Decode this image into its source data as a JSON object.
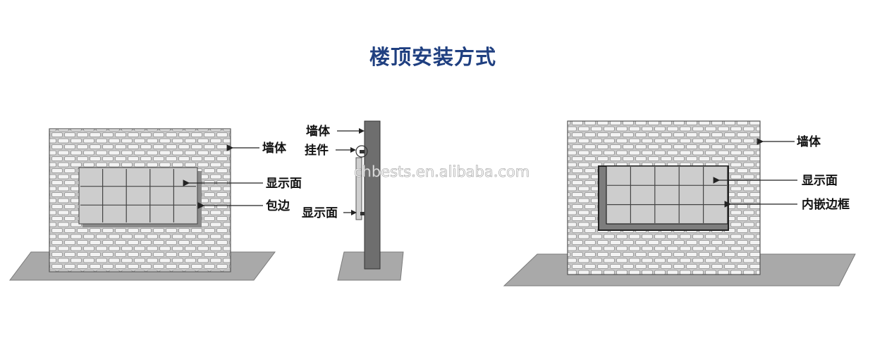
{
  "title": "楼顶安装方式",
  "watermark": "chbests.en.alibaba.com",
  "left_diagram": {
    "wall_label": "墙体",
    "screen_label": "显示面",
    "edge_label": "包边"
  },
  "side_view": {
    "wall_label": "墙体",
    "hanger_label": "挂件",
    "screen_label": "显示面"
  },
  "right_diagram": {
    "wall_label": "墙体",
    "screen_label": "显示面",
    "frame_label": "内嵌边框"
  },
  "colors": {
    "title": "#1f3f80",
    "ground": "#a9a9a9",
    "wall_bg": "#d6d6d6",
    "brick": "#f2f2f2",
    "screen": "#cfcfcf",
    "column": "#707070"
  }
}
